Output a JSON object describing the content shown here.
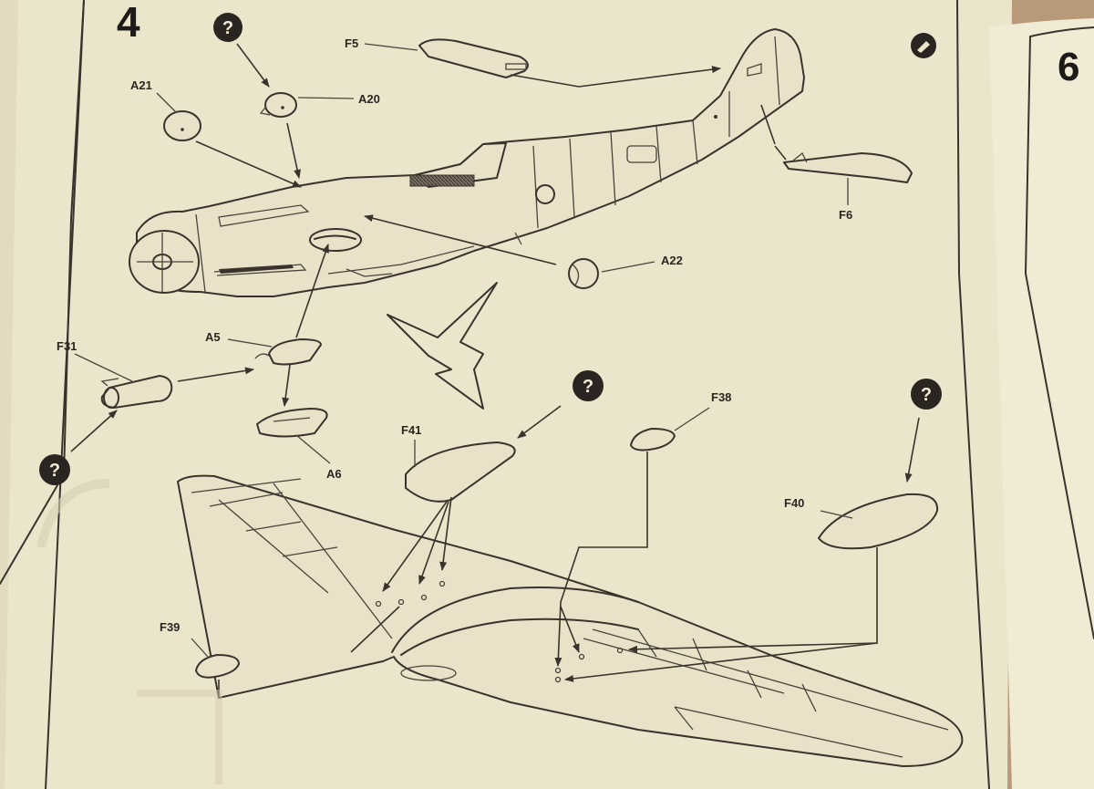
{
  "step": {
    "number": "4",
    "next_number": "6"
  },
  "help_glyph": "?",
  "parts": {
    "F5": "F5",
    "A21": "A21",
    "A20": "A20",
    "F6": "F6",
    "A22": "A22",
    "A5": "A5",
    "F31": "F31",
    "A6": "A6",
    "F41": "F41",
    "F38": "F38",
    "F40": "F40",
    "F39": "F39"
  },
  "icons": [
    "help-circle-icon",
    "glue-icon",
    "flip-arrow-icon"
  ],
  "colors": {
    "paper": "#ebe5cc",
    "ink": "#3a332c",
    "table": "#b89a78"
  }
}
